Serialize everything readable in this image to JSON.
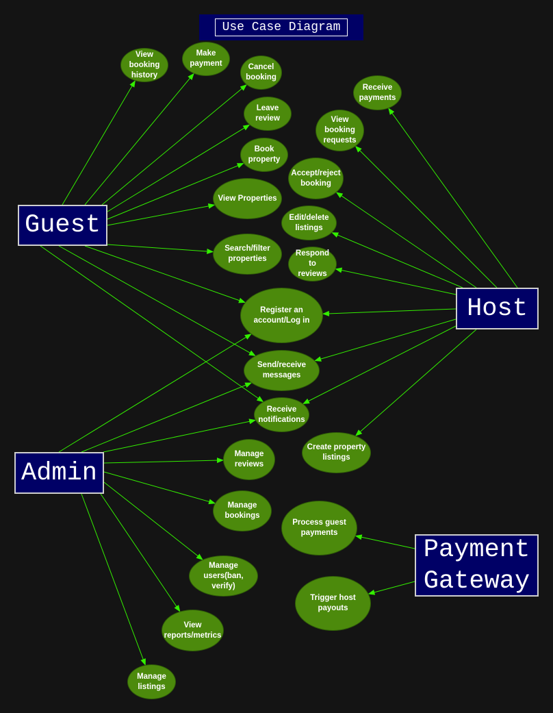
{
  "title": "Use Case Diagram",
  "colors": {
    "background": "#141414",
    "actor_fill": "#000066",
    "usecase_fill": "#4c8a0c",
    "edge": "#33ee00"
  },
  "actors": [
    {
      "id": "guest",
      "label": "Guest"
    },
    {
      "id": "host",
      "label": "Host"
    },
    {
      "id": "admin",
      "label": "Admin"
    },
    {
      "id": "payment-gateway",
      "label": "Payment\nGateway"
    }
  ],
  "usecases": [
    {
      "id": "view-booking-history",
      "label": "View\nbooking\nhistory"
    },
    {
      "id": "make-payment",
      "label": "Make\npayment"
    },
    {
      "id": "cancel-booking",
      "label": "Cancel\nbooking"
    },
    {
      "id": "leave-review",
      "label": "Leave\nreview"
    },
    {
      "id": "book-property",
      "label": "Book\nproperty"
    },
    {
      "id": "view-properties",
      "label": "View Properties"
    },
    {
      "id": "search-filter-properties",
      "label": "Search/filter\nproperties"
    },
    {
      "id": "register-login",
      "label": "Register an\naccount/Log in"
    },
    {
      "id": "send-receive-messages",
      "label": "Send/receive\nmessages"
    },
    {
      "id": "receive-notifications",
      "label": "Receive\nnotifications"
    },
    {
      "id": "receive-payments",
      "label": "Receive\npayments"
    },
    {
      "id": "view-booking-requests",
      "label": "View\nbooking\nrequests"
    },
    {
      "id": "accept-reject-booking",
      "label": "Accept/reject\nbooking"
    },
    {
      "id": "edit-delete-listings",
      "label": "Edit/delete\nlistings"
    },
    {
      "id": "respond-to-reviews",
      "label": "Respond to\nreviews"
    },
    {
      "id": "create-property-listings",
      "label": "Create property\nlistings"
    },
    {
      "id": "manage-reviews",
      "label": "Manage\nreviews"
    },
    {
      "id": "manage-bookings",
      "label": "Manage\nbookings"
    },
    {
      "id": "manage-users",
      "label": "Manage\nusers(ban, verify)"
    },
    {
      "id": "view-reports-metrics",
      "label": "View\nreports/metrics"
    },
    {
      "id": "manage-listings",
      "label": "Manage\nlistings"
    },
    {
      "id": "process-guest-payments",
      "label": "Process guest\npayments"
    },
    {
      "id": "trigger-host-payouts",
      "label": "Trigger host\npayouts"
    }
  ],
  "edges": [
    {
      "from": "guest",
      "to": "view-booking-history"
    },
    {
      "from": "guest",
      "to": "make-payment"
    },
    {
      "from": "guest",
      "to": "cancel-booking"
    },
    {
      "from": "guest",
      "to": "leave-review"
    },
    {
      "from": "guest",
      "to": "book-property"
    },
    {
      "from": "guest",
      "to": "view-properties"
    },
    {
      "from": "guest",
      "to": "search-filter-properties"
    },
    {
      "from": "guest",
      "to": "register-login"
    },
    {
      "from": "guest",
      "to": "send-receive-messages"
    },
    {
      "from": "guest",
      "to": "receive-notifications"
    },
    {
      "from": "host",
      "to": "receive-payments"
    },
    {
      "from": "host",
      "to": "view-booking-requests"
    },
    {
      "from": "host",
      "to": "accept-reject-booking"
    },
    {
      "from": "host",
      "to": "edit-delete-listings"
    },
    {
      "from": "host",
      "to": "respond-to-reviews"
    },
    {
      "from": "host",
      "to": "register-login"
    },
    {
      "from": "host",
      "to": "send-receive-messages"
    },
    {
      "from": "host",
      "to": "receive-notifications"
    },
    {
      "from": "host",
      "to": "create-property-listings"
    },
    {
      "from": "admin",
      "to": "register-login"
    },
    {
      "from": "admin",
      "to": "send-receive-messages"
    },
    {
      "from": "admin",
      "to": "receive-notifications"
    },
    {
      "from": "admin",
      "to": "manage-reviews"
    },
    {
      "from": "admin",
      "to": "manage-bookings"
    },
    {
      "from": "admin",
      "to": "manage-users"
    },
    {
      "from": "admin",
      "to": "view-reports-metrics"
    },
    {
      "from": "admin",
      "to": "manage-listings"
    },
    {
      "from": "payment-gateway",
      "to": "process-guest-payments"
    },
    {
      "from": "payment-gateway",
      "to": "trigger-host-payouts"
    }
  ]
}
